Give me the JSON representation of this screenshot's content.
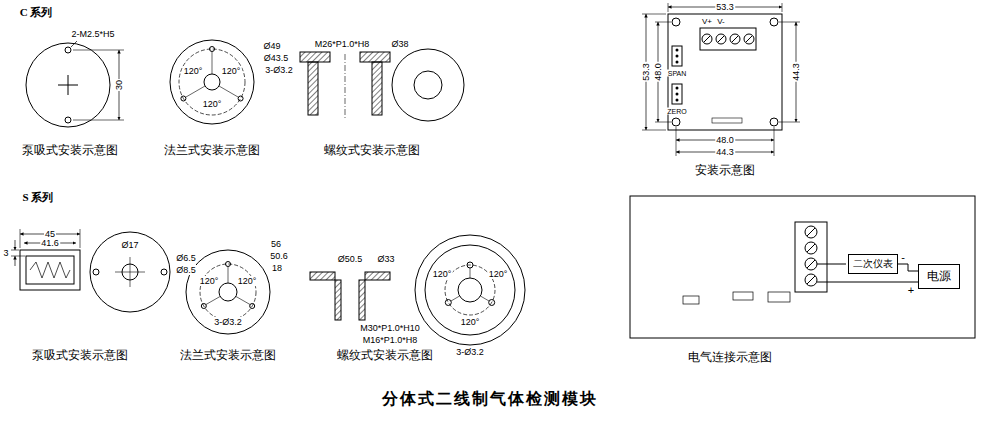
{
  "diagram": {
    "title": "分体式二线制气体检测模块",
    "nodes": [
      {
        "text": [
          "二次仪表"
        ]
      },
      {
        "text": [
          "电源"
        ]
      }
    ],
    "edges": [
      {
        "from": 0,
        "to": 1,
        "arrow": "none",
        "label": "-"
      }
    ],
    "labels": [
      "C 系列",
      "2-M2.5*H5",
      "30",
      "泵吸式安装示意图",
      "120°",
      "120°",
      "120°",
      "Ø49",
      "Ø43.5",
      "3-Ø3.2",
      "法兰式安装示意图",
      "M26*P1.0*H8",
      "Ø38",
      "螺纹式安装示意图",
      "53.3",
      "53.3",
      "48.0",
      "44.3",
      "V+",
      "V-",
      "SPAN",
      "ZERO",
      "48.0",
      "44.3",
      "安装示意图",
      "S 系列",
      "45",
      "41.6",
      "3",
      "Ø17",
      "Ø6.5",
      "Ø8.5",
      "泵吸式安装示意图",
      "56",
      "50.6",
      "18",
      "120°",
      "120°",
      "3-Ø3.2",
      "法兰式安装示意图",
      "Ø50.5",
      "Ø33",
      "M30*P1.0*H10",
      "M16*P1.0*H8",
      "120°",
      "120°",
      "120°",
      "3-Ø3.2",
      "螺纹式安装示意图",
      "+",
      "电气连接示意图"
    ]
  }
}
